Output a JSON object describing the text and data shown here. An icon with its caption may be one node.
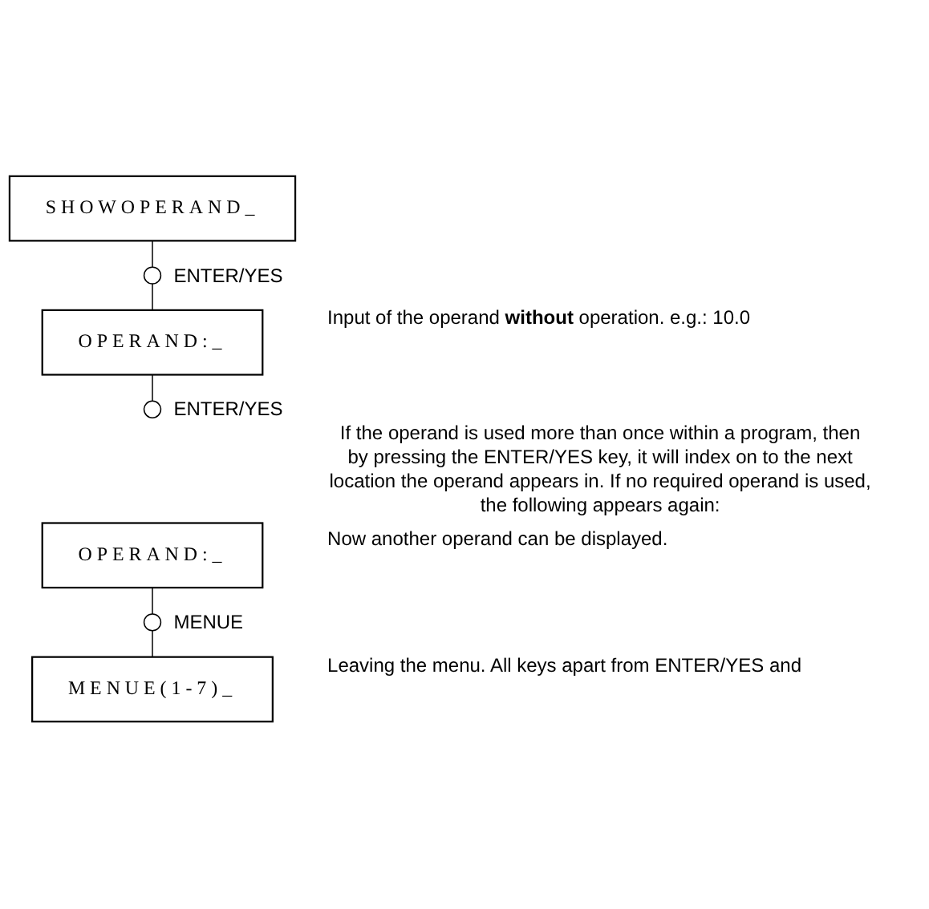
{
  "diagram": {
    "nodes": [
      {
        "text": [
          "SHOWOPERAND_"
        ]
      },
      {
        "text": [],
        "shape": "circle",
        "beside": [
          "ENTER/YES"
        ]
      },
      {
        "text": [
          "OPERAND:_"
        ],
        "beside": [
          "Input of the operand **without** operation. e.g.: 10.0"
        ]
      },
      {
        "text": [],
        "shape": "circle",
        "beside": [
          "ENTER/YES"
        ]
      },
      {
        "text": [
          "OPERAND:_"
        ],
        "beside": [
          "Now another operand can be displayed."
        ]
      },
      {
        "text": [],
        "shape": "circle",
        "beside": [
          "MENUE"
        ]
      },
      {
        "text": [
          "MENUE(1-7)_"
        ],
        "beside": [
          "Leaving the menu. All keys apart from ENTER/YES and"
        ]
      }
    ],
    "edges": [
      {
        "from": 0,
        "to": 1,
        "arrow": "none"
      },
      {
        "from": 1,
        "to": 2,
        "arrow": "none"
      },
      {
        "from": 2,
        "to": 3,
        "arrow": "none"
      },
      {
        "from": 4,
        "to": 5,
        "arrow": "none"
      },
      {
        "from": 5,
        "to": 6,
        "arrow": "none"
      }
    ],
    "labels": [
      "If the operand is used more than once within a program, then by pressing the ENTER/YES key, it will index on to the next location the operand appears in. If no required operand is used, the following appears again:"
    ]
  }
}
